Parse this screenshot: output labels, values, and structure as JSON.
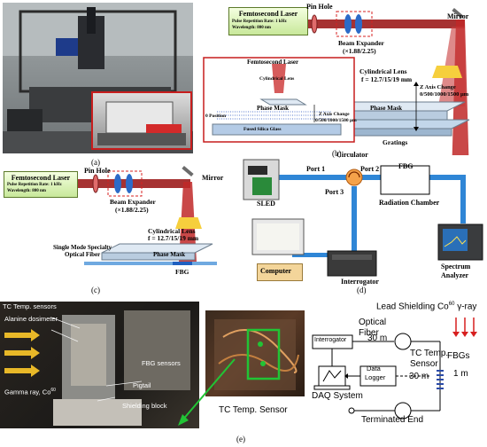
{
  "panel_labels": {
    "a": "(a)",
    "b": "(b)",
    "c": "(c)",
    "d": "(d)",
    "e": "(e)"
  },
  "colors": {
    "laser": "#9c1c1c",
    "fiber": "#2f86d6",
    "lens": "#f6cf3d",
    "arrow_red": "#d71f1f",
    "green": "#21c435",
    "laserbox": "#c8e89a"
  },
  "laser_box": {
    "title": "Femtosecond Laser",
    "rate": "Pulse Repetition Rate: 1 kHz",
    "wavelength": "Wavelength: 800 nm"
  },
  "optics": {
    "pin_hole": "Pin Hole",
    "mirror": "Mirror",
    "beam_expander": "Beam Expander",
    "beam_ratio": "(×1.88/2.25)",
    "cyl_lens": "Cylindrical Lens",
    "focal": "f = 12.7/15/19 mm",
    "phase_mask": "Phase Mask",
    "gratings": "Gratings",
    "z_axis": "Z Axis Change",
    "z_values": "0/500/1000/1500 µm",
    "position0": "0 Position",
    "fused_silica": "Fused Silica Glass",
    "smsf1": "Single Mode Specialty",
    "smsf2": "Optical Fiber",
    "fbg": "FBG"
  },
  "panel_d": {
    "circulator": "Circulator",
    "port1": "Port 1",
    "port2": "Port 2",
    "port3": "Port 3",
    "sled": "SLED",
    "fbg": "FBG",
    "radiation_chamber": "Radiation Chamber",
    "computer": "Computer",
    "interrogator": "Interrogator",
    "spectrum1": "Spectrum",
    "spectrum2": "Analyzer"
  },
  "panel_e": {
    "tc_sensors": "TC Temp. sensors",
    "alanine": "Alanine dosimeter",
    "gamma": "Gamma ray, Co",
    "gamma_sup": "60",
    "fbg_sensors": "FBG sensors",
    "pigtail": "Pigtail",
    "shielding": "Shielding block",
    "tc_sensor_caption": "TC Temp. Sensor",
    "lead_shielding": "Lead Shielding Co",
    "lead_sup": "60",
    "lead_ray": " γ-ray",
    "optical1": "Optical",
    "optical2": "Fiber",
    "len30a": "30 m",
    "interrogator": "Interrogator",
    "tc1": "TC Temp.",
    "tc2": "Sensor",
    "len30b": "30 m",
    "fbgs": "FBGs",
    "len1": "1 m",
    "data1": "Data",
    "data2": "Logger",
    "daq": "DAQ System",
    "terminated": "Terminated End"
  }
}
